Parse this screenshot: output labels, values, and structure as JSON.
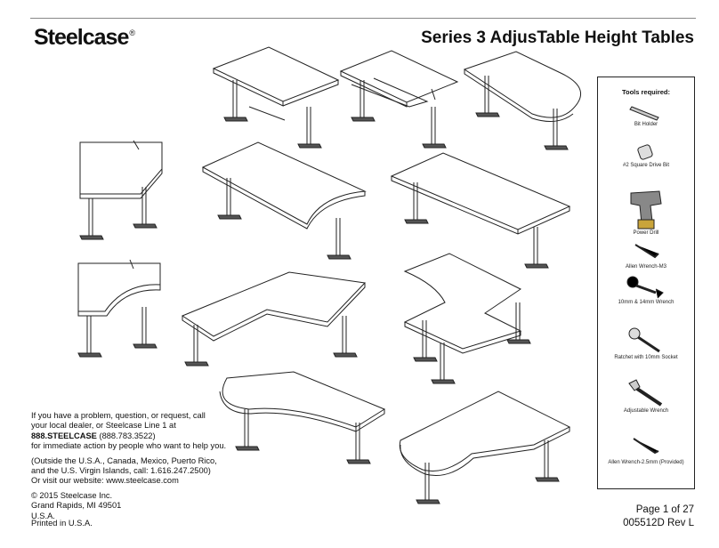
{
  "header": {
    "logo": "Steelcase",
    "logo_mark": "®",
    "title": "Series 3 AdjusTable Height Tables"
  },
  "tools": {
    "title": "Tools required:",
    "items": [
      {
        "label": "Bit Holder",
        "icon": "bit-holder-icon"
      },
      {
        "label": "#2 Square Drive Bit",
        "icon": "square-drive-bit-icon"
      },
      {
        "label": "Power Drill",
        "icon": "power-drill-icon"
      },
      {
        "label": "Allen Wrench-M3",
        "icon": "allen-wrench-icon"
      },
      {
        "label": "10mm & 14mm Wrench",
        "icon": "combination-wrench-icon"
      },
      {
        "label": "Ratchet with 10mm Socket",
        "icon": "ratchet-icon"
      },
      {
        "label": "Adjustable Wrench",
        "icon": "adjustable-wrench-icon"
      },
      {
        "label": "Allen Wrench-2.5mm (Provided)",
        "icon": "small-allen-wrench-icon"
      }
    ]
  },
  "contact": {
    "line1": "If you have a problem, question, or request, call",
    "line2": "your local dealer, or Steelcase Line 1 at",
    "phone_bold": "888.STEELCASE",
    "phone_num": " (888.783.3522)",
    "line4": "for immediate action by people who want to help you.",
    "line5": "(Outside the U.S.A., Canada, Mexico, Puerto Rico,",
    "line6": "and the U.S. Virgin Islands, call: 1.616.247.2500)",
    "line7": "Or visit our website: www.steelcase.com",
    "copyright": "© 2015 Steelcase Inc.",
    "city": "Grand Rapids, MI 49501",
    "country": "U.S.A.",
    "printed": "Printed in U.S.A."
  },
  "footer": {
    "page": "Page 1 of 27",
    "doc_id": "005512D Rev L"
  }
}
